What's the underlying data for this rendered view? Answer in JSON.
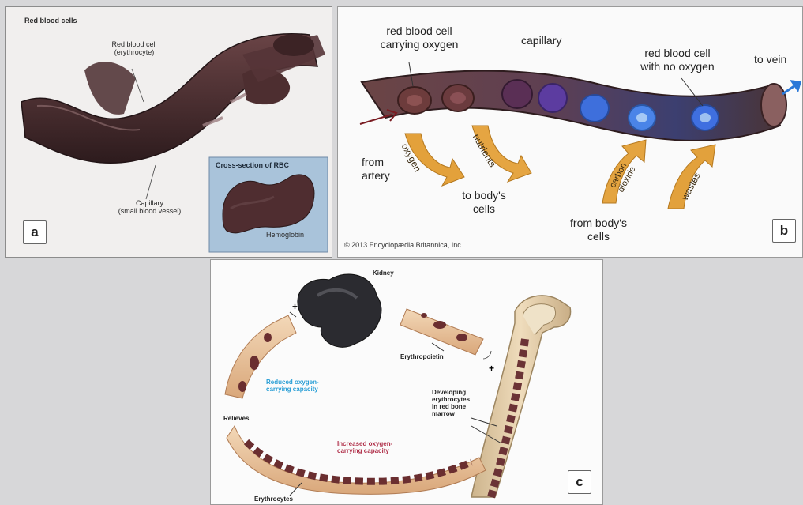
{
  "panel_a": {
    "title": "Red blood cells",
    "rbc_label_line1": "Red blood cell",
    "rbc_label_line2": "(erythrocyte)",
    "capillary_line1": "Capillary",
    "capillary_line2": "(small blood vessel)",
    "inset_title": "Cross-section of RBC",
    "hemoglobin": "Hemoglobin",
    "letter": "a"
  },
  "panel_b": {
    "rbc_oxygen_line1": "red blood cell",
    "rbc_oxygen_line2": "carrying oxygen",
    "capillary": "capillary",
    "rbc_no_oxygen_line1": "red blood cell",
    "rbc_no_oxygen_line2": "with no oxygen",
    "to_vein": "to vein",
    "from_artery_line1": "from",
    "from_artery_line2": "artery",
    "arrow_oxygen": "oxygen",
    "arrow_nutrients": "nutrients",
    "arrow_co2_line1": "carbon",
    "arrow_co2_line2": "dioxide",
    "arrow_wastes": "wastes",
    "to_cells_line1": "to body's",
    "to_cells_line2": "cells",
    "from_cells_line1": "from body's",
    "from_cells_line2": "cells",
    "copyright": "© 2013 Encyclopædia Britannica, Inc.",
    "letter": "b"
  },
  "panel_c": {
    "kidney": "Kidney",
    "erythropoietin": "Erythropoietin",
    "reduced_line1": "Reduced oxygen-",
    "reduced_line2": "carrying capacity",
    "relieves": "Relieves",
    "developing_line1": "Developing",
    "developing_line2": "erythrocytes",
    "developing_line3": "in red bone",
    "developing_line4": "marrow",
    "increased_line1": "Increased oxygen-",
    "increased_line2": "carrying capacity",
    "erythrocytes": "Erythrocytes",
    "plus": "+",
    "letter": "c"
  },
  "colors": {
    "vessel_dark": "#3b2426",
    "vessel_mid": "#5e3a3c",
    "rbc": "#5a3335",
    "oxygen_arrow": "#e3a13b",
    "deoxy_cell": "#3f6fe0",
    "vein_arrow": "#2a78d8",
    "reduced_text": "#2a9fd6",
    "increased_text": "#b0304a",
    "kidney": "#2b2b30",
    "bone": "#e8d2ad"
  }
}
